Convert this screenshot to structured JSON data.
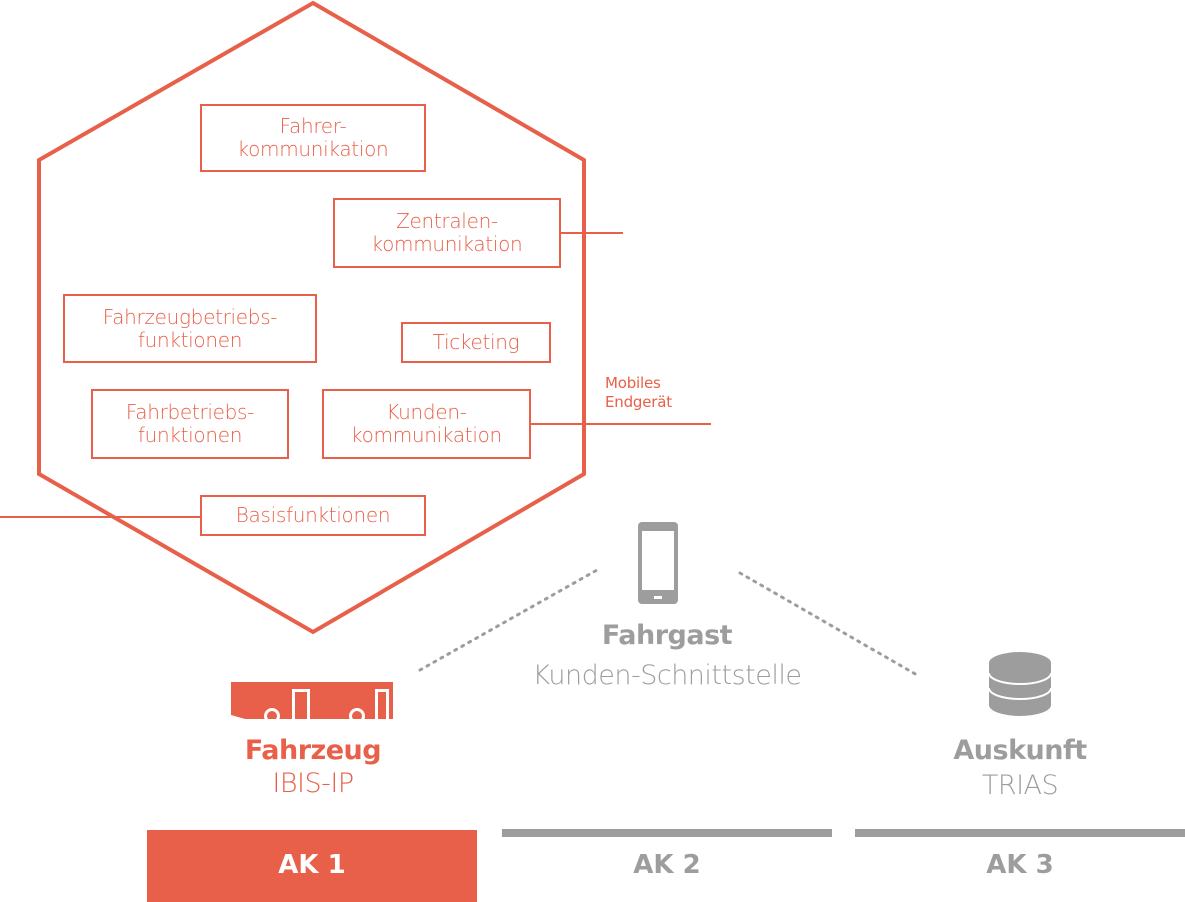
{
  "colors": {
    "accent": "#e8604a",
    "inactive": "#9d9d9d",
    "background": "#ffffff"
  },
  "hexagon": {
    "modules": {
      "fahrerkommunikation": [
        "Fahrer-",
        "kommunikation"
      ],
      "zentralenkommunikation": [
        "Zentralen-",
        "kommunikation"
      ],
      "fahrzeugbetriebsfunktionen": [
        "Fahrzeugbetriebs-",
        "funktionen"
      ],
      "ticketing": [
        "Ticketing"
      ],
      "fahrbetriebsfunktionen": [
        "Fahrbetriebs-",
        "funktionen"
      ],
      "kundenkommunikation": [
        "Kunden-",
        "kommunikation"
      ],
      "basisfunktionen": [
        "Basisfunktionen"
      ]
    },
    "mobile_label": [
      "Mobiles",
      "Endgerät"
    ]
  },
  "nodes": {
    "vehicle": {
      "icon": "bus-icon",
      "title": "Fahrzeug",
      "subtitle": "IBIS-IP"
    },
    "passenger": {
      "icon": "smartphone-icon",
      "title": "Fahrgast",
      "subtitle": "Kunden-Schnittstelle"
    },
    "info": {
      "icon": "database-icon",
      "title": "Auskunft",
      "subtitle": "TRIAS"
    }
  },
  "working_groups": [
    {
      "label": "AK 1",
      "active": true
    },
    {
      "label": "AK 2",
      "active": false
    },
    {
      "label": "AK 3",
      "active": false
    }
  ]
}
